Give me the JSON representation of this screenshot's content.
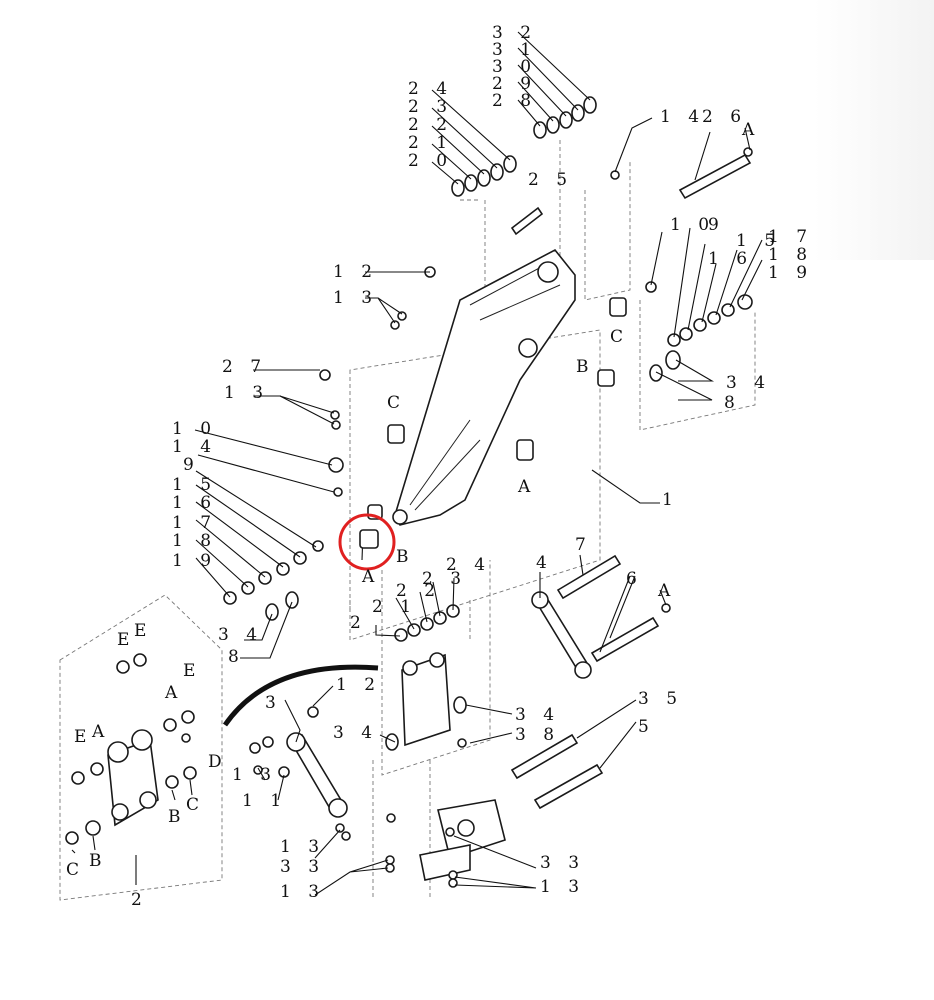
{
  "highlight_color": "#e02020",
  "labels": [
    {
      "id": "l32",
      "text": "3 2"
    },
    {
      "id": "l31",
      "text": "3 1"
    },
    {
      "id": "l30",
      "text": "3 0"
    },
    {
      "id": "l29",
      "text": "2 9"
    },
    {
      "id": "l28",
      "text": "2 8"
    },
    {
      "id": "l24a",
      "text": "2 4"
    },
    {
      "id": "l23a",
      "text": "2 3"
    },
    {
      "id": "l22a",
      "text": "2 2"
    },
    {
      "id": "l21a",
      "text": "2 1"
    },
    {
      "id": "l20a",
      "text": "2 0"
    },
    {
      "id": "l14a",
      "text": "1 4"
    },
    {
      "id": "l26",
      "text": "2 6"
    },
    {
      "id": "lAa",
      "text": "A"
    },
    {
      "id": "l25",
      "text": "2 5"
    },
    {
      "id": "l10a",
      "text": "1 0"
    },
    {
      "id": "l9a",
      "text": "9"
    },
    {
      "id": "l15a",
      "text": "1 5"
    },
    {
      "id": "l17a",
      "text": "1 7"
    },
    {
      "id": "l16a",
      "text": "1 6"
    },
    {
      "id": "l18a",
      "text": "1 8"
    },
    {
      "id": "l19a",
      "text": "1 9"
    },
    {
      "id": "l12a",
      "text": "1 2"
    },
    {
      "id": "l13a",
      "text": "1 3"
    },
    {
      "id": "lCa",
      "text": "C"
    },
    {
      "id": "lBa",
      "text": "B"
    },
    {
      "id": "l34a",
      "text": "3 4"
    },
    {
      "id": "l8a",
      "text": "8"
    },
    {
      "id": "l27",
      "text": "2 7"
    },
    {
      "id": "l13b",
      "text": "1 3"
    },
    {
      "id": "lCb",
      "text": "C"
    },
    {
      "id": "lAb",
      "text": "A"
    },
    {
      "id": "l1",
      "text": "1"
    },
    {
      "id": "l10b",
      "text": "1 0"
    },
    {
      "id": "l14b",
      "text": "1 4"
    },
    {
      "id": "l9b",
      "text": "9"
    },
    {
      "id": "l15b",
      "text": "1 5"
    },
    {
      "id": "l16b",
      "text": "1 6"
    },
    {
      "id": "l17b",
      "text": "1 7"
    },
    {
      "id": "l18b",
      "text": "1 8"
    },
    {
      "id": "l19b",
      "text": "1 9"
    },
    {
      "id": "lAc",
      "text": "A"
    },
    {
      "id": "lBb",
      "text": "B"
    },
    {
      "id": "l34b",
      "text": "3 4"
    },
    {
      "id": "l8b",
      "text": "8"
    },
    {
      "id": "l24b",
      "text": "2 4"
    },
    {
      "id": "l23b",
      "text": "2 3"
    },
    {
      "id": "l22b",
      "text": "2 2"
    },
    {
      "id": "l21b",
      "text": "2 1"
    },
    {
      "id": "l20b",
      "text": "2"
    },
    {
      "id": "l4",
      "text": "4"
    },
    {
      "id": "l7",
      "text": "7"
    },
    {
      "id": "l6",
      "text": "6"
    },
    {
      "id": "lAd",
      "text": "A"
    },
    {
      "id": "lEa",
      "text": "E"
    },
    {
      "id": "lEb",
      "text": "E"
    },
    {
      "id": "lEc",
      "text": "E"
    },
    {
      "id": "lAe",
      "text": "A"
    },
    {
      "id": "lEd",
      "text": "E"
    },
    {
      "id": "lAf",
      "text": "A"
    },
    {
      "id": "lD",
      "text": "D"
    },
    {
      "id": "lCc",
      "text": "C"
    },
    {
      "id": "lBc",
      "text": "B"
    },
    {
      "id": "lCd",
      "text": "C"
    },
    {
      "id": "lBd",
      "text": "B"
    },
    {
      "id": "l2",
      "text": "2"
    },
    {
      "id": "l3",
      "text": "3"
    },
    {
      "id": "l12b",
      "text": "1 2"
    },
    {
      "id": "l13c",
      "text": "1 3"
    },
    {
      "id": "l11",
      "text": "1 1"
    },
    {
      "id": "l34c",
      "text": "3 4"
    },
    {
      "id": "l34d",
      "text": "3 4"
    },
    {
      "id": "l38",
      "text": "3 8"
    },
    {
      "id": "l35",
      "text": "3 5"
    },
    {
      "id": "l5",
      "text": "5"
    },
    {
      "id": "l13d",
      "text": "1 3"
    },
    {
      "id": "l33a",
      "text": "3 3"
    },
    {
      "id": "l13e",
      "text": "1 3"
    },
    {
      "id": "l33b",
      "text": "3 3"
    },
    {
      "id": "l13f",
      "text": "1 3"
    }
  ]
}
